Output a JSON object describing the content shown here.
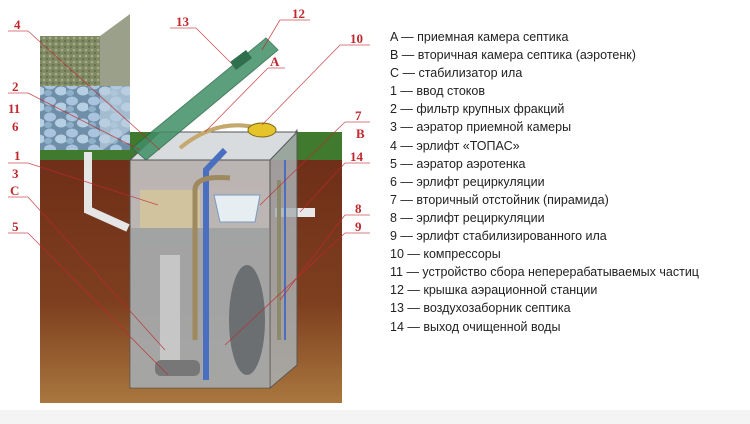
{
  "diagram": {
    "callouts": {
      "c4": "4",
      "c13": "13",
      "c12": "12",
      "c10": "10",
      "cA": "A",
      "c2": "2",
      "c11": "11",
      "c6": "6",
      "c7": "7",
      "cB": "B",
      "c1": "1",
      "c14": "14",
      "c3": "3",
      "cC": "C",
      "c8": "8",
      "c5": "5",
      "c9": "9"
    },
    "colors": {
      "label": "#c0282d",
      "soil": "#7a3a1e",
      "grass": "#3f7a2e",
      "lid": "#3f8f66",
      "tank": "#c8ccce",
      "pipe_blue": "#4a6fc0"
    }
  },
  "legend": [
    "A — приемная камера септика",
    "B — вторичная камера септика (аэротенк)",
    "C — стабилизатор ила",
    "1 — ввод стоков",
    "2 — фильтр крупных фракций",
    "3 — аэратор приемной камеры",
    "4 — эрлифт «ТОПАС»",
    "5 — аэратор аэротенка",
    "6 — эрлифт рециркуляции",
    "7 — вторичный отстойник (пирамида)",
    "8 — эрлифт рециркуляции",
    "9 — эрлифт стабилизированного ила",
    "10 — компрессоры",
    "11 — устройство сбора неперерабатываемых частиц",
    "12 — крышка аэрационной станции",
    "13 — воздухозаборник септика",
    "14 — выход очищенной воды"
  ]
}
